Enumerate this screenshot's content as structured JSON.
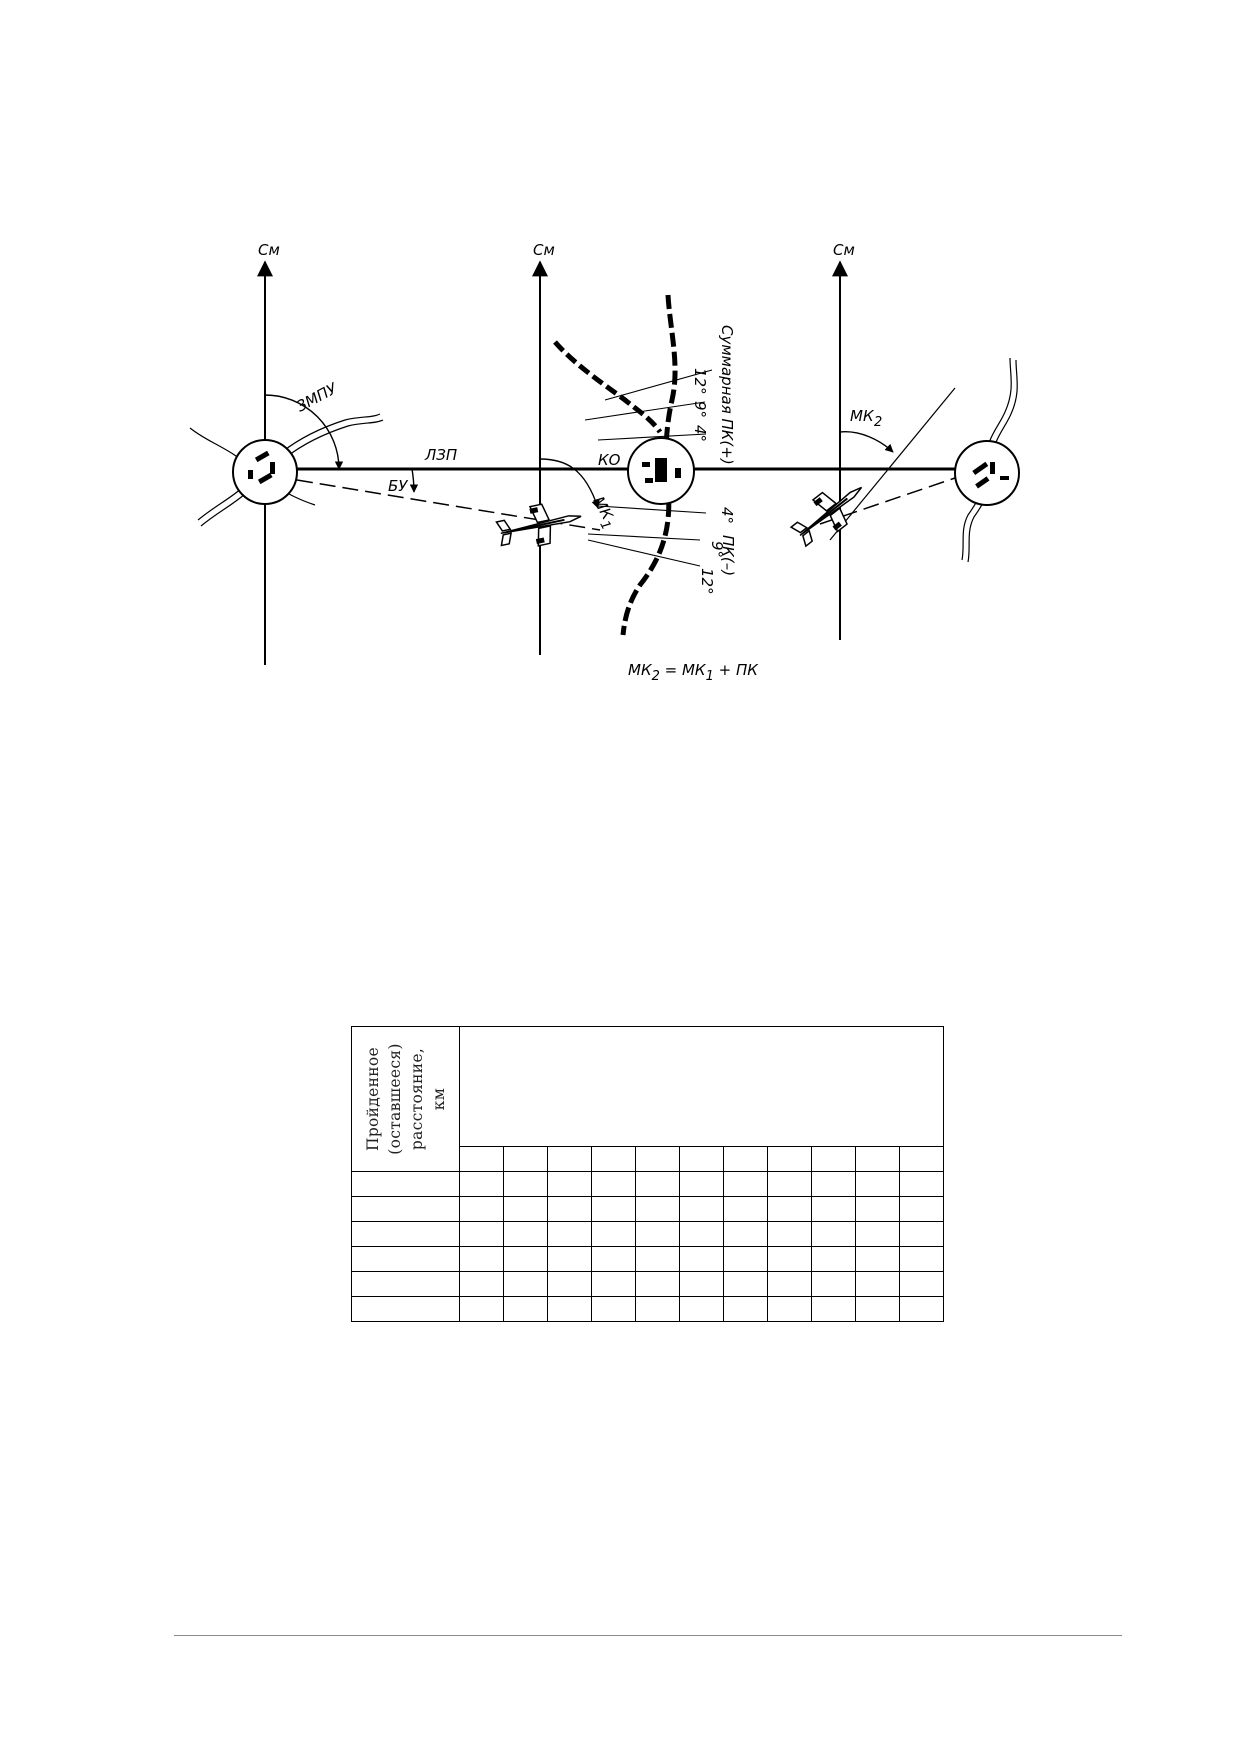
{
  "diagram": {
    "north_labels": [
      "См",
      "См",
      "См"
    ],
    "labels": {
      "zmpu": "ЗМПУ",
      "lzp": "ЛЗП",
      "bu": "БУ",
      "ko": "КО",
      "mk1": "МК",
      "mk1_sub": "1",
      "mk2": "МК",
      "mk2_sub": "2",
      "sum_pk": "Суммарная ПК(+)",
      "pk_minus": "ПК(–)",
      "deg_upper": [
        "12°",
        "9°",
        "4°"
      ],
      "deg_lower": [
        "4°",
        "9°",
        "12°"
      ]
    },
    "formula": {
      "a": "МК",
      "a_sub": "2",
      "eq": " = ",
      "b": "МК",
      "b_sub": "1",
      "c": " + ПК"
    }
  },
  "table": {
    "header": "Пройденное (оставшееся) расстояние, км",
    "data_columns": 11,
    "data_rows": 6
  }
}
